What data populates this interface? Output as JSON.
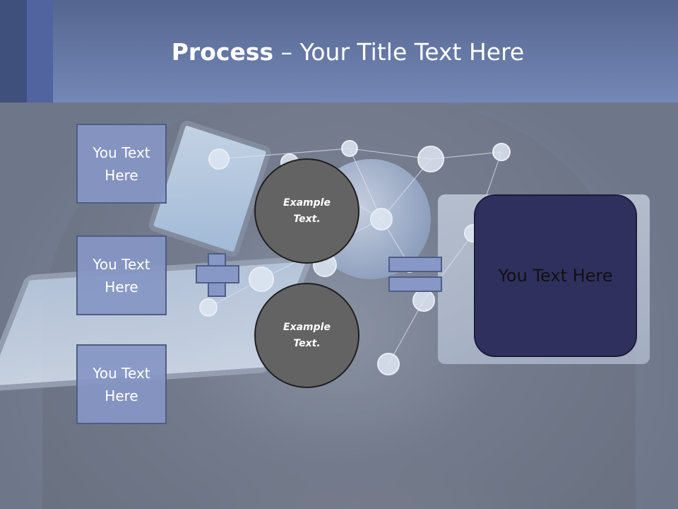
{
  "slide": {
    "title_bold": "Process",
    "title_rest": " – Your Title Text Here"
  },
  "left_boxes": [
    {
      "label": "You Text Here"
    },
    {
      "label": "You Text Here"
    },
    {
      "label": "You Text Here"
    }
  ],
  "circles": [
    {
      "label": "Example Text."
    },
    {
      "label": "Example Text."
    }
  ],
  "result": {
    "label": "You Text Here"
  },
  "colors": {
    "header": "#7487b6",
    "box_fill": "#8696c4",
    "circle_fill": "#636363",
    "result_fill": "#30305e"
  }
}
